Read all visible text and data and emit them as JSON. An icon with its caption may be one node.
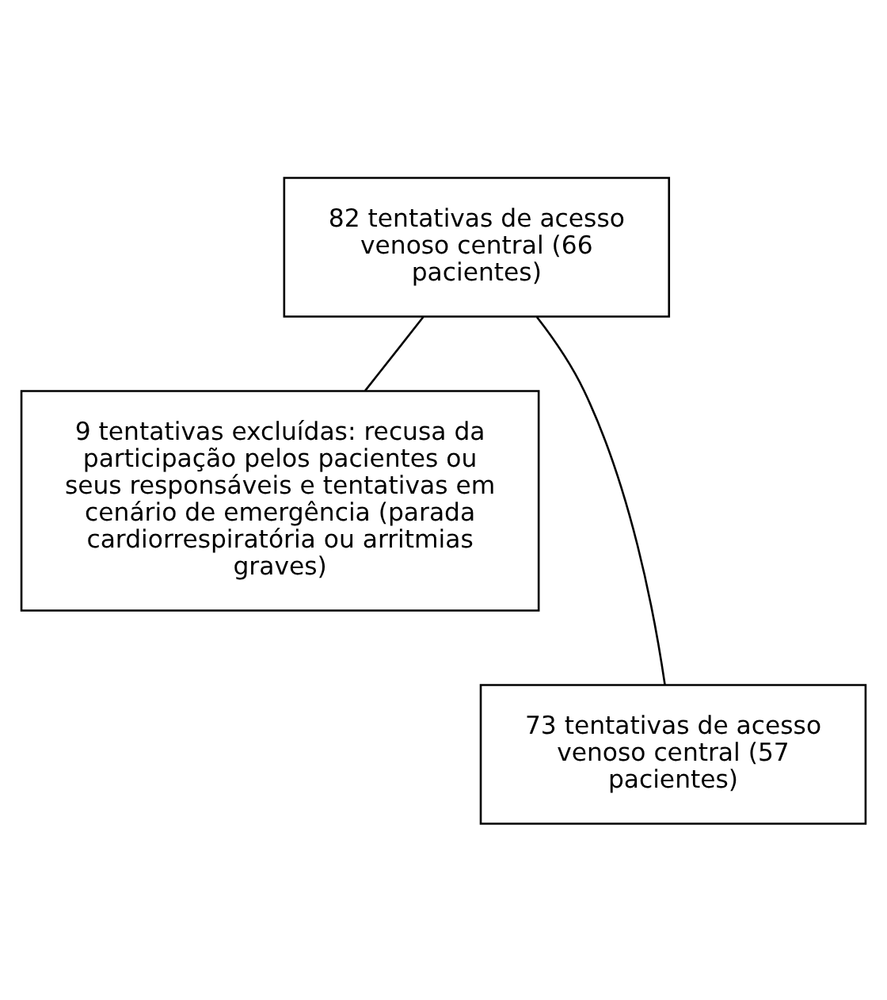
{
  "diagram": {
    "nodes": [
      {
        "text": [
          "82 tentativas de acesso venoso central (66 pacientes)"
        ]
      },
      {
        "text": [
          "9 tentativas excluídas: recusa da participação pelos pacientes ou seus responsáveis e tentativas em cenário de emergência (parada cardiorrespiratória ou arritmias graves)"
        ]
      },
      {
        "text": [
          "73 tentativas de acesso venoso central (57 pacientes)"
        ]
      }
    ],
    "edges": [
      {
        "from": 0,
        "to": 2,
        "arrow": "none"
      },
      {
        "from": 0,
        "to": 1,
        "arrow": "none"
      }
    ]
  }
}
